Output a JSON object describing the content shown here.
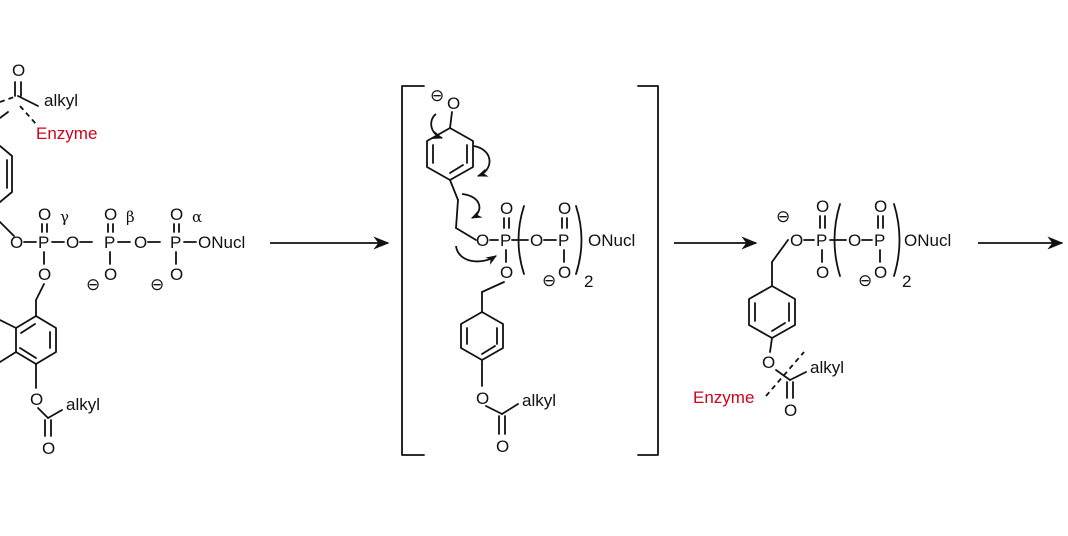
{
  "labels": {
    "alkyl": "alkyl",
    "enzyme": "Enzyme",
    "oxygen": "O",
    "phosphorus": "P",
    "onucl": "ONucl",
    "minus": "⊖",
    "subscript_2": "2",
    "gamma": "γ",
    "beta": "β",
    "alpha": "α"
  },
  "colors": {
    "enzyme": "#d0021b",
    "ink": "#111111"
  }
}
